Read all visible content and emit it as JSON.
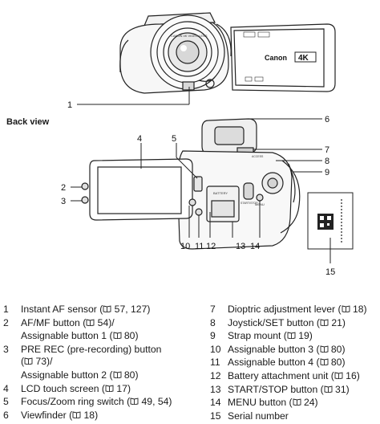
{
  "section_title": "Back view",
  "callouts": [
    "1",
    "2",
    "3",
    "4",
    "5",
    "6",
    "7",
    "8",
    "9",
    "10",
    "11",
    "12",
    "13",
    "14",
    "15"
  ],
  "camera_labels": {
    "brand": "Canon",
    "badge_4k": "4K",
    "lens_ring": "CANON 4K VIDEO LENS",
    "battery": "BATTERY",
    "menu": "MENU",
    "start_stop": "START/STOP",
    "access": "ACCESS"
  },
  "book_icon": "book-icon",
  "legend_left": [
    {
      "num": "1",
      "text": "Instant AF sensor (",
      "book": "\u0001",
      "after": " 57, 127)"
    },
    {
      "num": "2",
      "text": "AF/MF button (",
      "book": "\u0001",
      "after": " 54)/"
    },
    {
      "num": "",
      "text": "Assignable button 1 (",
      "book": "\u0001",
      "after": " 80)",
      "cont": true
    },
    {
      "num": "3",
      "text": "PRE REC (pre-recording) button",
      "book": "",
      "after": ""
    },
    {
      "num": "",
      "text": "(",
      "book": "\u0001",
      "after": " 73)/",
      "cont": true
    },
    {
      "num": "",
      "text": "Assignable button 2 (",
      "book": "\u0001",
      "after": " 80)",
      "cont": true
    },
    {
      "num": "4",
      "text": "LCD touch screen (",
      "book": "\u0001",
      "after": " 17)"
    },
    {
      "num": "5",
      "text": "Focus/Zoom ring switch (",
      "book": "\u0001",
      "after": " 49, 54)"
    },
    {
      "num": "6",
      "text": "Viewfinder (",
      "book": "\u0001",
      "after": " 18)"
    }
  ],
  "legend_right": [
    {
      "num": "7",
      "text": "Dioptric adjustment lever (",
      "book": "\u0001",
      "after": " 18)"
    },
    {
      "num": "8",
      "text": "Joystick/SET button (",
      "book": "\u0001",
      "after": " 21)"
    },
    {
      "num": "9",
      "text": "Strap mount (",
      "book": "\u0001",
      "after": " 19)"
    },
    {
      "num": "10",
      "text": "Assignable button 3 (",
      "book": "\u0001",
      "after": " 80)"
    },
    {
      "num": "11",
      "text": "Assignable button 4 (",
      "book": "\u0001",
      "after": " 80)"
    },
    {
      "num": "12",
      "text": "Battery attachment unit (",
      "book": "\u0001",
      "after": " 16)"
    },
    {
      "num": "13",
      "text": "START/STOP button (",
      "book": "\u0001",
      "after": " 31)"
    },
    {
      "num": "14",
      "text": "MENU button (",
      "book": "\u0001",
      "after": " 24)"
    },
    {
      "num": "15",
      "text": "Serial number",
      "book": "",
      "after": ""
    }
  ]
}
